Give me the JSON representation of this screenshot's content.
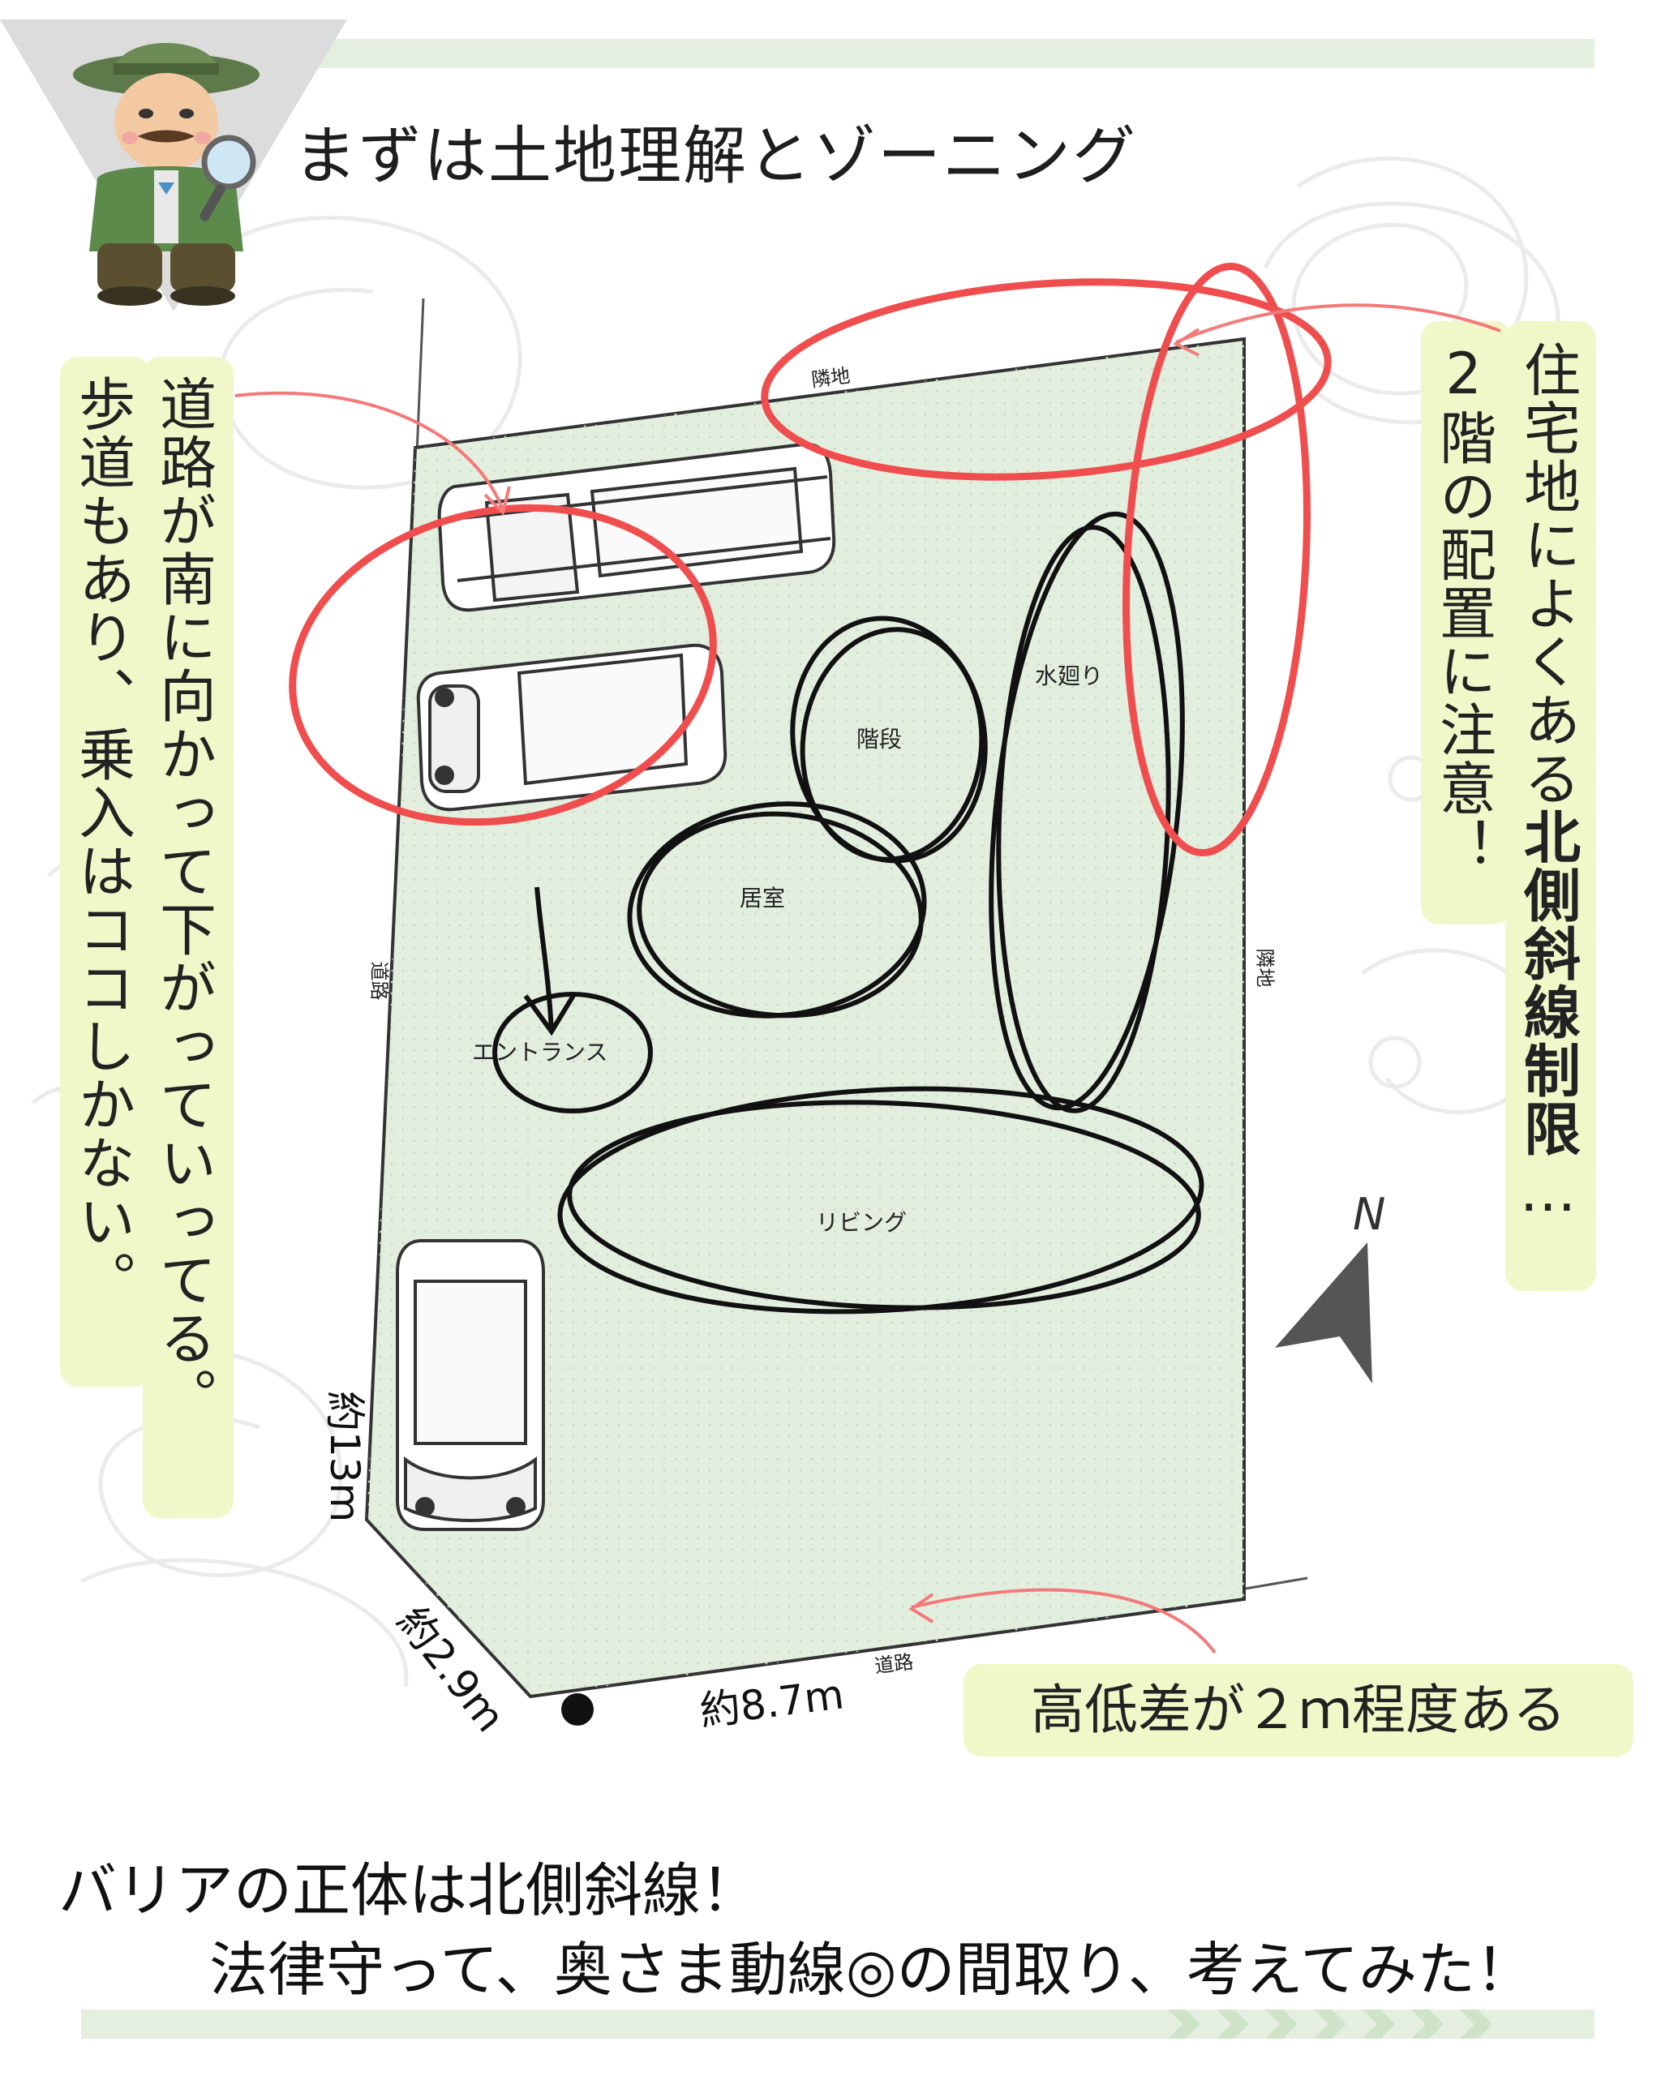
{
  "heading": "まずは土地理解とゾーニング",
  "notes": {
    "left_col1": "道路が南に向かって下がっていってる。",
    "left_col2": "歩道もあり、乗入はココしかない。",
    "right_col1_prefix": "住宅地によくある",
    "right_col1_bold": "北側斜線制限",
    "right_col1_suffix": "…",
    "right_col2": "2階の配置に注意！"
  },
  "callout_bottom": "高低差が２ｍ程度ある",
  "bottom_text": {
    "line1": "バリアの正体は北側斜線！",
    "line2": "法律守って、奥さま動線◎の間取り、考えてみた！"
  },
  "site": {
    "labels": {
      "neighbor_top": "隣地",
      "neighbor_right": "隣地",
      "road_left": "道路",
      "road_bottom": "道路"
    },
    "dimensions": {
      "left_side": "約13m",
      "corner_diag": "約2.9m",
      "bottom": "約8.7m"
    },
    "zones": {
      "stairs": "階段",
      "water": "水廻り",
      "room": "居室",
      "entrance": "エントランス",
      "living": "リビング"
    },
    "north_label": "N"
  },
  "colors": {
    "accent_red": "#f04e4e",
    "site_fill": "#e2efdf",
    "note_bg": "#f0f7c8",
    "band_green": "#e4efe0"
  }
}
